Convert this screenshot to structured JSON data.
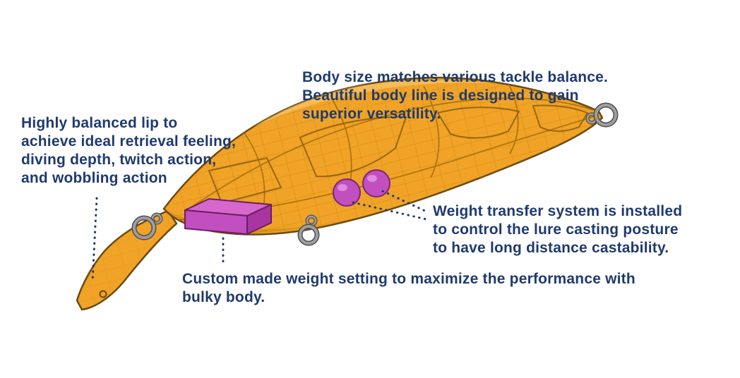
{
  "colors": {
    "text": "#1f3a6e",
    "lure_body": "#f0a326",
    "lure_outline": "#6b4a12",
    "weight_purple": "#c24fc0",
    "weight_purple_dark": "#7c2678",
    "ring_gray": "#9e9e9e"
  },
  "annotations": {
    "lip": "Highly balanced lip to\nachieve ideal retrieval feeling,\ndiving depth, twitch action,\nand wobbling action",
    "body": "Body size matches various tackle balance.\nBeautiful body line is designed to gain\nsuperior versatility.",
    "weight_transfer": "Weight transfer system is installed\nto control the lure casting posture\nto have long distance castability.",
    "custom_weight": "Custom made weight setting to maximize the performance with\nbulky body."
  }
}
